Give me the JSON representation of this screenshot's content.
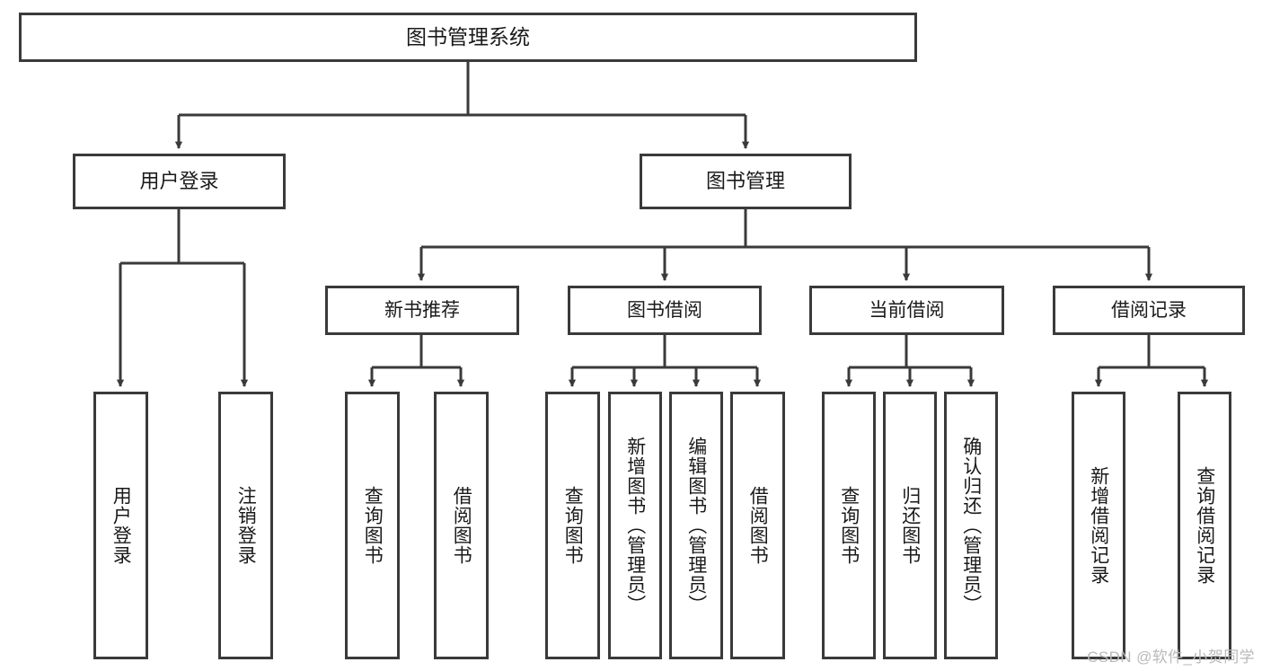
{
  "diagram": {
    "title": "图书管理系统",
    "type": "tree-hierarchy-chart",
    "watermark": "CSDN @软件_小贺同学",
    "colors": {
      "border": "#3a3a3a",
      "background": "#ffffff",
      "text": "#1a1a1a",
      "connector": "#3a3a3a",
      "watermark": "#b9b9b9"
    },
    "nodes": {
      "root": {
        "label": "图书管理系统"
      },
      "level1": [
        {
          "id": "user-login",
          "label": "用户登录"
        },
        {
          "id": "book-management",
          "label": "图书管理"
        }
      ],
      "level2": [
        {
          "id": "new-book-recommend",
          "label": "新书推荐"
        },
        {
          "id": "book-borrow",
          "label": "图书借阅"
        },
        {
          "id": "current-borrow",
          "label": "当前借阅"
        },
        {
          "id": "borrow-record",
          "label": "借阅记录"
        }
      ],
      "leaves": {
        "user_login": [
          {
            "id": "leaf-user-login",
            "label": "用户登录"
          },
          {
            "id": "leaf-logout-login",
            "label": "注销登录"
          }
        ],
        "new_book_recommend": [
          {
            "id": "leaf-query-book-1",
            "label": "查询图书"
          },
          {
            "id": "leaf-borrow-book-1",
            "label": "借阅图书"
          }
        ],
        "book_borrow": [
          {
            "id": "leaf-query-book-2",
            "label": "查询图书"
          },
          {
            "id": "leaf-add-book",
            "label": "新增图书（管理员）"
          },
          {
            "id": "leaf-edit-book",
            "label": "编辑图书（管理员）"
          },
          {
            "id": "leaf-borrow-book-2",
            "label": "借阅图书"
          }
        ],
        "current_borrow": [
          {
            "id": "leaf-query-book-3",
            "label": "查询图书"
          },
          {
            "id": "leaf-return-book",
            "label": "归还图书"
          },
          {
            "id": "leaf-confirm-return",
            "label": "确认归还（管理员）"
          }
        ],
        "borrow_record": [
          {
            "id": "leaf-add-record",
            "label": "新增借阅记录"
          },
          {
            "id": "leaf-query-record",
            "label": "查询借阅记录"
          }
        ]
      }
    }
  }
}
